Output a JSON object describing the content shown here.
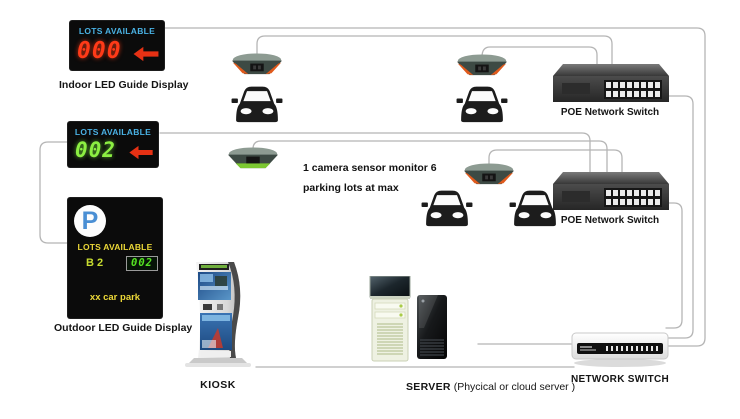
{
  "displays": {
    "indoor1": {
      "header": "LOTS AVAILABLE",
      "digits": "000",
      "label": "Indoor LED Guide Display"
    },
    "indoor2": {
      "header": "LOTS AVAILABLE",
      "digits": "002"
    },
    "outdoor": {
      "p": "P",
      "header": "LOTS AVAILABLE",
      "zone": "B 2",
      "count": "002",
      "park_name": "xx car park",
      "label": "Outdoor LED Guide Display"
    }
  },
  "annotation": {
    "line1": "1 camera sensor monitor 6",
    "line2": "parking lots at max"
  },
  "switches": {
    "poe1": "POE Network Switch",
    "poe2": "POE Network Switch",
    "network": "NETWORK SWITCH"
  },
  "kiosk": {
    "label": "KIOSK"
  },
  "server": {
    "name": "SERVER",
    "detail": "(Phycical or cloud server )"
  },
  "colors": {
    "display_header_cyan": "#4ab2e4",
    "digits_red": "#ff3a18",
    "digits_green": "#8cef42",
    "arrow_red": "#e63114",
    "outdoor_yellow": "#ecd838",
    "zone_green": "#c8dc30",
    "count_green": "#55e422",
    "p_blue": "#4a8fd4",
    "sensor_light_orange": "#e05a1c",
    "sensor_light_green": "#7cc832",
    "line_gray": "#b5b5b5"
  }
}
